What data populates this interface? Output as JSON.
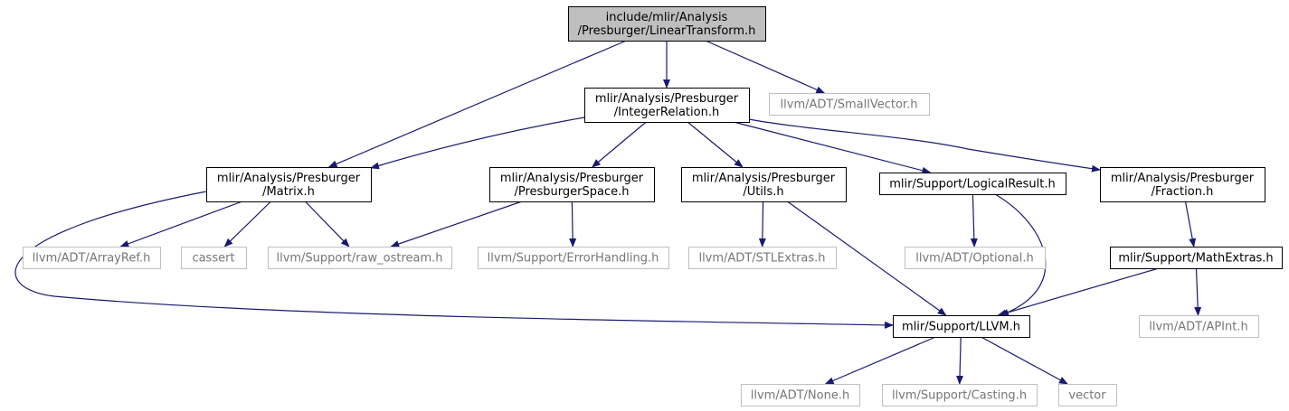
{
  "colors": {
    "edge": "#191970",
    "box_primary_border": "#000000",
    "box_external_border": "#bfbfbf",
    "root_fill": "#bfbfbf",
    "text_external": "#767676"
  },
  "nodes": {
    "root": {
      "lines": [
        "include/mlir/Analysis",
        "/Presburger/LinearTransform.h"
      ],
      "style": "root"
    },
    "integer_relation": {
      "lines": [
        "mlir/Analysis/Presburger",
        "/IntegerRelation.h"
      ],
      "style": "primary"
    },
    "small_vector": {
      "lines": [
        "llvm/ADT/SmallVector.h"
      ],
      "style": "external"
    },
    "matrix": {
      "lines": [
        "mlir/Analysis/Presburger",
        "/Matrix.h"
      ],
      "style": "primary"
    },
    "presburger_space": {
      "lines": [
        "mlir/Analysis/Presburger",
        "/PresburgerSpace.h"
      ],
      "style": "primary"
    },
    "utils": {
      "lines": [
        "mlir/Analysis/Presburger",
        "/Utils.h"
      ],
      "style": "primary"
    },
    "logical_result": {
      "lines": [
        "mlir/Support/LogicalResult.h"
      ],
      "style": "primary"
    },
    "fraction": {
      "lines": [
        "mlir/Analysis/Presburger",
        "/Fraction.h"
      ],
      "style": "primary"
    },
    "array_ref": {
      "lines": [
        "llvm/ADT/ArrayRef.h"
      ],
      "style": "external"
    },
    "cassert": {
      "lines": [
        "cassert"
      ],
      "style": "external"
    },
    "raw_ostream": {
      "lines": [
        "llvm/Support/raw_ostream.h"
      ],
      "style": "external"
    },
    "error_handling": {
      "lines": [
        "llvm/Support/ErrorHandling.h"
      ],
      "style": "external"
    },
    "stl_extras": {
      "lines": [
        "llvm/ADT/STLExtras.h"
      ],
      "style": "external"
    },
    "optional": {
      "lines": [
        "llvm/ADT/Optional.h"
      ],
      "style": "external"
    },
    "math_extras": {
      "lines": [
        "mlir/Support/MathExtras.h"
      ],
      "style": "primary"
    },
    "llvm_h": {
      "lines": [
        "mlir/Support/LLVM.h"
      ],
      "style": "primary"
    },
    "apint": {
      "lines": [
        "llvm/ADT/APInt.h"
      ],
      "style": "external"
    },
    "none": {
      "lines": [
        "llvm/ADT/None.h"
      ],
      "style": "external"
    },
    "casting": {
      "lines": [
        "llvm/Support/Casting.h"
      ],
      "style": "external"
    },
    "vector": {
      "lines": [
        "vector"
      ],
      "style": "external"
    }
  },
  "edges": [
    [
      "root",
      "integer_relation"
    ],
    [
      "root",
      "small_vector"
    ],
    [
      "root",
      "matrix"
    ],
    [
      "integer_relation",
      "matrix"
    ],
    [
      "integer_relation",
      "presburger_space"
    ],
    [
      "integer_relation",
      "utils"
    ],
    [
      "integer_relation",
      "logical_result"
    ],
    [
      "integer_relation",
      "fraction"
    ],
    [
      "matrix",
      "array_ref"
    ],
    [
      "matrix",
      "cassert"
    ],
    [
      "matrix",
      "raw_ostream"
    ],
    [
      "matrix",
      "llvm_h"
    ],
    [
      "presburger_space",
      "raw_ostream"
    ],
    [
      "presburger_space",
      "error_handling"
    ],
    [
      "utils",
      "stl_extras"
    ],
    [
      "utils",
      "llvm_h"
    ],
    [
      "logical_result",
      "optional"
    ],
    [
      "logical_result",
      "llvm_h"
    ],
    [
      "fraction",
      "math_extras"
    ],
    [
      "math_extras",
      "llvm_h"
    ],
    [
      "math_extras",
      "apint"
    ],
    [
      "llvm_h",
      "none"
    ],
    [
      "llvm_h",
      "casting"
    ],
    [
      "llvm_h",
      "vector"
    ]
  ]
}
